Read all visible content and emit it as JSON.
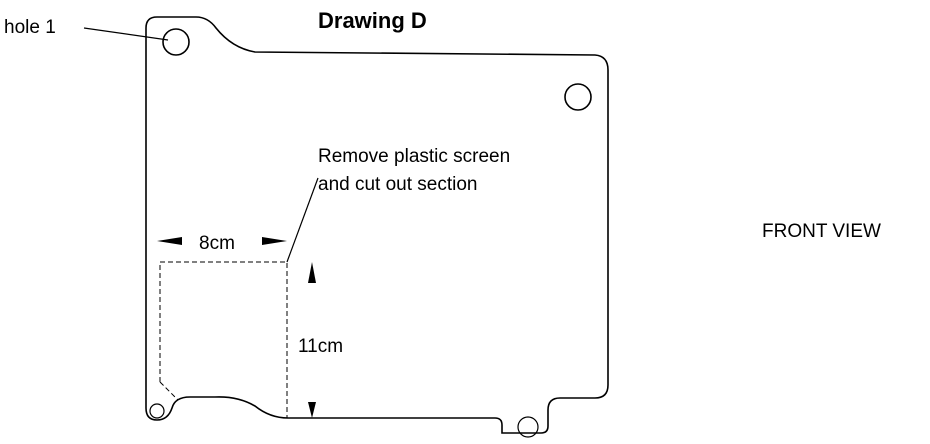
{
  "title": "Drawing D",
  "labels": {
    "hole": "hole 1",
    "instruction_line1": "Remove plastic screen",
    "instruction_line2": "and cut out section",
    "width": "8cm",
    "height": "11cm",
    "view": "FRONT VIEW"
  },
  "colors": {
    "line": "#000000",
    "background": "#ffffff"
  }
}
